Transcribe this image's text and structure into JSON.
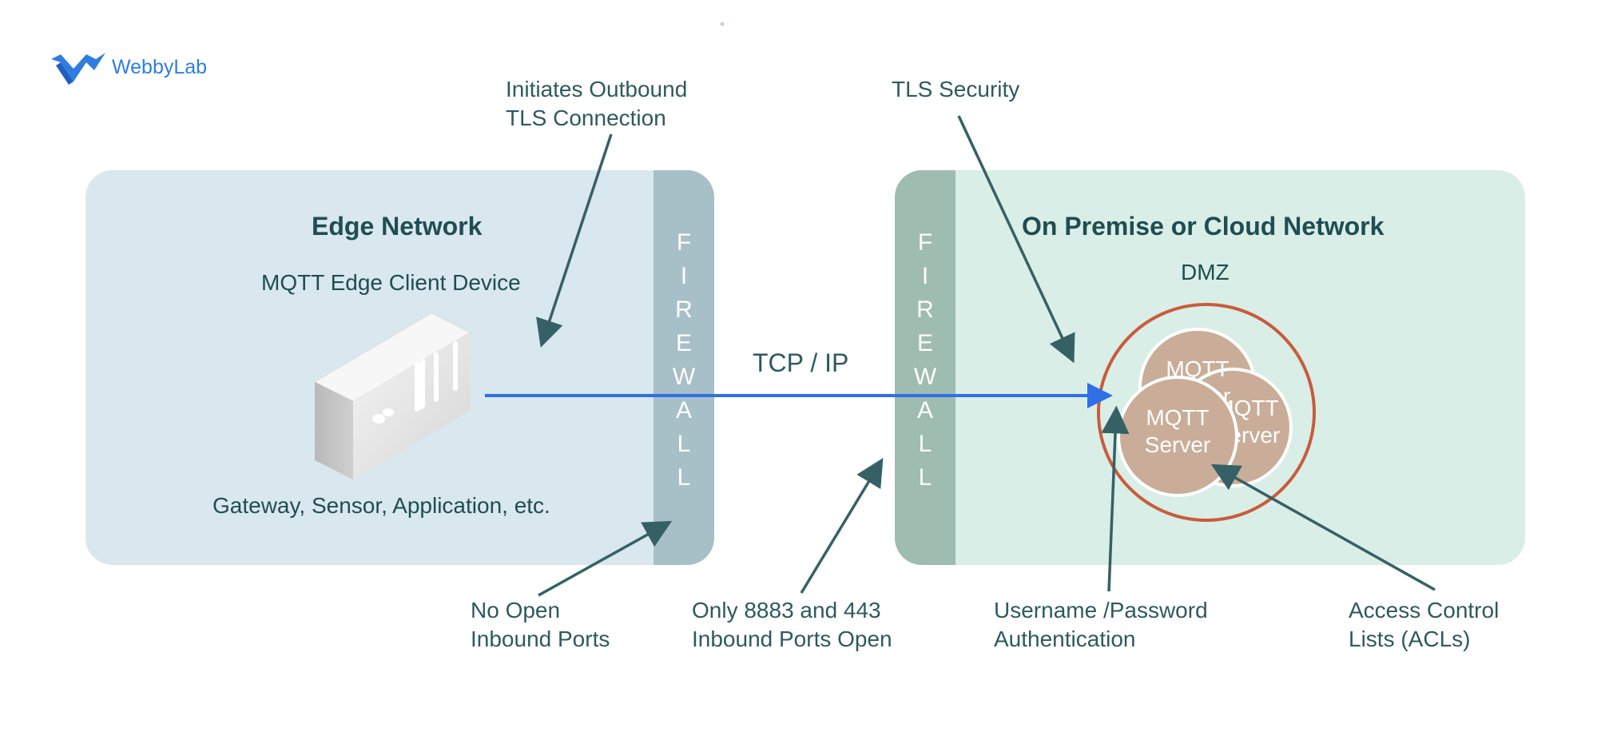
{
  "logo": {
    "text": "WebbyLab"
  },
  "edge_network": {
    "title": "Edge Network",
    "device_label": "MQTT Edge Client Device",
    "caption": "Gateway, Sensor, Application, etc."
  },
  "cloud_network": {
    "title": "On Premise or Cloud Network",
    "dmz_label": "DMZ"
  },
  "firewall_letters": [
    "F",
    "I",
    "R",
    "E",
    "W",
    "A",
    "L",
    "L"
  ],
  "connection": {
    "label": "TCP / IP"
  },
  "servers": [
    {
      "line1": "MQTT",
      "line2": "Server"
    },
    {
      "line1": "MQTT",
      "line2": "Server"
    },
    {
      "line1": "MQTT",
      "line2": "Server"
    }
  ],
  "annotations": {
    "outbound": [
      "Initiates Outbound",
      "TLS Connection"
    ],
    "tls_security": [
      "TLS Security"
    ],
    "no_open_ports": [
      "No Open",
      "Inbound Ports"
    ],
    "only_ports": [
      "Only 8883 and 443",
      "Inbound Ports Open"
    ],
    "auth": [
      "Username /Password",
      "Authentication"
    ],
    "acl": [
      "Access Control",
      "Lists (ACLs)"
    ]
  },
  "colors": {
    "edge_panel": "#d9e8ee",
    "cloud_panel": "#d9eee6",
    "firewall_edge": "#a7bfc7",
    "firewall_cloud": "#9fbcb1",
    "arrow_blue": "#2f6fe8",
    "annotation_arrow": "#356166",
    "dmz_ring": "#c85c3c",
    "server_fill": "#c9ad98",
    "logo_blue": "#2f7de1"
  }
}
